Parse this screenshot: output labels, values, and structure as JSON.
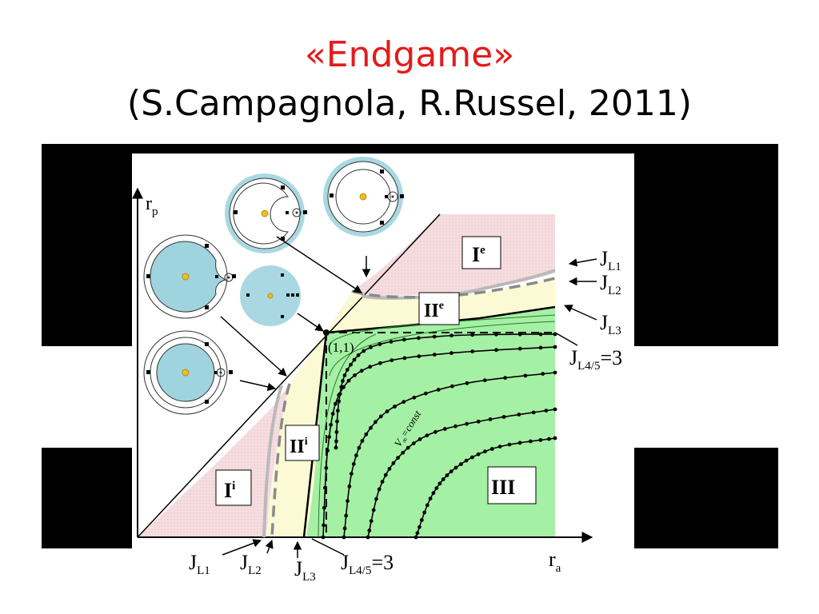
{
  "slide": {
    "title": "«Endgame»",
    "subtitle": "(S.Campagnola, R.Russel, 2011)",
    "title_color": "#e31b1b"
  },
  "figure": {
    "axis_y": {
      "main": "r",
      "sub": "p"
    },
    "axis_x": {
      "main": "r",
      "sub": "a"
    },
    "point_label": "(1,1)",
    "curve_label": {
      "main": "V",
      "sub": "∞",
      "rest": "=const"
    },
    "regions": {
      "Ie": {
        "main": "I",
        "sup": "e"
      },
      "IIe": {
        "main": "II",
        "sup": "e"
      },
      "Ii": {
        "main": "I",
        "sup": "i"
      },
      "IIi": {
        "main": "II",
        "sup": "i"
      },
      "III": {
        "main": "III"
      }
    },
    "right_labels": [
      {
        "main": "J",
        "sub": "L1",
        "rest": ""
      },
      {
        "main": "J",
        "sub": "L2",
        "rest": ""
      },
      {
        "main": "J",
        "sub": "L3",
        "rest": ""
      },
      {
        "main": "J",
        "sub": "L4/5",
        "rest": "=3"
      }
    ],
    "bottom_labels": [
      {
        "main": "J",
        "sub": "L1",
        "rest": ""
      },
      {
        "main": "J",
        "sub": "L2",
        "rest": ""
      },
      {
        "main": "J",
        "sub": "L3",
        "rest": ""
      },
      {
        "main": "J",
        "sub": "L4/5",
        "rest": "=3"
      }
    ],
    "colors": {
      "region_I": "#f6dde0",
      "region_II": "#fbfad5",
      "region_III": "#a4f0a4",
      "hill_sphere": "#9fd3de",
      "sun": "#f1bf1a"
    }
  }
}
